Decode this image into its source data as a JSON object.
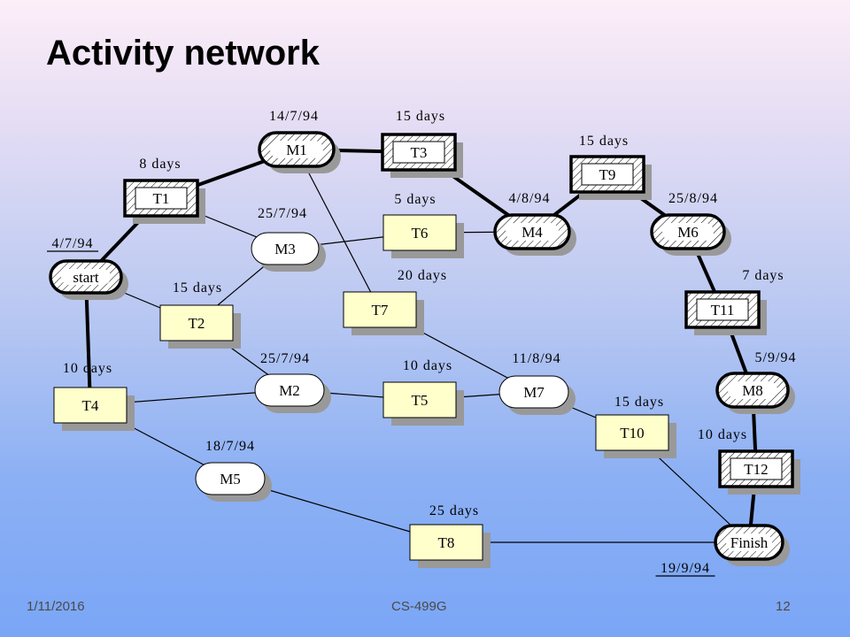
{
  "title": "Activity network",
  "footer": {
    "date": "1/11/2016",
    "course": "CS-499G",
    "page": "12"
  },
  "colors": {
    "task_fill": "#ffffcc",
    "milestone_fill": "#ffffff",
    "shadow": "#999999",
    "line": "#000000"
  },
  "nodes": [
    {
      "id": "start",
      "label": "start",
      "shape": "milestone",
      "critical": true
    },
    {
      "id": "M1",
      "label": "M1",
      "shape": "milestone",
      "critical": true
    },
    {
      "id": "M2",
      "label": "M2",
      "shape": "milestone",
      "critical": false
    },
    {
      "id": "M3",
      "label": "M3",
      "shape": "milestone",
      "critical": false
    },
    {
      "id": "M4",
      "label": "M4",
      "shape": "milestone",
      "critical": true
    },
    {
      "id": "M5",
      "label": "M5",
      "shape": "milestone",
      "critical": false
    },
    {
      "id": "M6",
      "label": "M6",
      "shape": "milestone",
      "critical": true
    },
    {
      "id": "M7",
      "label": "M7",
      "shape": "milestone",
      "critical": false
    },
    {
      "id": "M8",
      "label": "M8",
      "shape": "milestone",
      "critical": true
    },
    {
      "id": "Finish",
      "label": "Finish",
      "shape": "milestone",
      "critical": true
    },
    {
      "id": "T1",
      "label": "T1",
      "shape": "task",
      "critical": true
    },
    {
      "id": "T2",
      "label": "T2",
      "shape": "task",
      "critical": false
    },
    {
      "id": "T3",
      "label": "T3",
      "shape": "task",
      "critical": true
    },
    {
      "id": "T4",
      "label": "T4",
      "shape": "task",
      "critical": false
    },
    {
      "id": "T5",
      "label": "T5",
      "shape": "task",
      "critical": false
    },
    {
      "id": "T6",
      "label": "T6",
      "shape": "task",
      "critical": false
    },
    {
      "id": "T7",
      "label": "T7",
      "shape": "task",
      "critical": false
    },
    {
      "id": "T8",
      "label": "T8",
      "shape": "task",
      "critical": false
    },
    {
      "id": "T9",
      "label": "T9",
      "shape": "task",
      "critical": true
    },
    {
      "id": "T10",
      "label": "T10",
      "shape": "task",
      "critical": false
    },
    {
      "id": "T11",
      "label": "T11",
      "shape": "task",
      "critical": true
    },
    {
      "id": "T12",
      "label": "T12",
      "shape": "task",
      "critical": true
    }
  ],
  "edges": [
    {
      "from": "start",
      "to": "T1",
      "critical": true
    },
    {
      "from": "T1",
      "to": "M1",
      "critical": true
    },
    {
      "from": "M1",
      "to": "T3",
      "critical": true
    },
    {
      "from": "T3",
      "to": "M4",
      "critical": true
    },
    {
      "from": "M4",
      "to": "T9",
      "critical": true
    },
    {
      "from": "T9",
      "to": "M6",
      "critical": true
    },
    {
      "from": "M6",
      "to": "T11",
      "critical": true
    },
    {
      "from": "T11",
      "to": "M8",
      "critical": true
    },
    {
      "from": "M8",
      "to": "T12",
      "critical": true
    },
    {
      "from": "T12",
      "to": "Finish",
      "critical": true
    },
    {
      "from": "start",
      "to": "T4",
      "critical": true
    },
    {
      "from": "T1",
      "to": "M3",
      "critical": false
    },
    {
      "from": "M1",
      "to": "T7",
      "critical": false
    },
    {
      "from": "M3",
      "to": "T6",
      "critical": false
    },
    {
      "from": "T6",
      "to": "M4",
      "critical": false
    },
    {
      "from": "start",
      "to": "T2",
      "critical": false
    },
    {
      "from": "T2",
      "to": "M3",
      "critical": false
    },
    {
      "from": "T2",
      "to": "M2",
      "critical": false
    },
    {
      "from": "T4",
      "to": "M2",
      "critical": false
    },
    {
      "from": "M2",
      "to": "T5",
      "critical": false
    },
    {
      "from": "T5",
      "to": "M7",
      "critical": false
    },
    {
      "from": "T7",
      "to": "M7",
      "critical": false
    },
    {
      "from": "M7",
      "to": "T10",
      "critical": false
    },
    {
      "from": "T10",
      "to": "Finish",
      "critical": false
    },
    {
      "from": "T4",
      "to": "M5",
      "critical": false
    },
    {
      "from": "M5",
      "to": "T8",
      "critical": false
    },
    {
      "from": "T8",
      "to": "Finish",
      "critical": false
    }
  ],
  "annotations": [
    {
      "id": "start-date",
      "text": "4/7/94",
      "underline": true
    },
    {
      "id": "M1-date",
      "text": "14/7/94",
      "underline": false
    },
    {
      "id": "T3-dur",
      "text": "15 days",
      "underline": false
    },
    {
      "id": "T9-dur",
      "text": "15 days",
      "underline": false
    },
    {
      "id": "T1-dur",
      "text": "8 days",
      "underline": false
    },
    {
      "id": "T6-dur",
      "text": "5 days",
      "underline": false
    },
    {
      "id": "M4-date",
      "text": "4/8/94",
      "underline": false
    },
    {
      "id": "M6-date",
      "text": "25/8/94",
      "underline": false
    },
    {
      "id": "M3-date",
      "text": "25/7/94",
      "underline": false
    },
    {
      "id": "T2-dur",
      "text": "15 days",
      "underline": false
    },
    {
      "id": "T7-dur",
      "text": "20 days",
      "underline": false
    },
    {
      "id": "T11-dur",
      "text": "7 days",
      "underline": false
    },
    {
      "id": "T4-dur",
      "text": "10 days",
      "underline": false
    },
    {
      "id": "M2-date",
      "text": "25/7/94",
      "underline": false
    },
    {
      "id": "T5-dur",
      "text": "10 days",
      "underline": false
    },
    {
      "id": "M7-date",
      "text": "11/8/94",
      "underline": false
    },
    {
      "id": "M8-date",
      "text": "5/9/94",
      "underline": false
    },
    {
      "id": "T10-dur",
      "text": "15 days",
      "underline": false
    },
    {
      "id": "T12-dur",
      "text": "10 days",
      "underline": false
    },
    {
      "id": "M5-date",
      "text": "18/7/94",
      "underline": false
    },
    {
      "id": "T8-dur",
      "text": "25 days",
      "underline": false
    },
    {
      "id": "finish-date",
      "text": "19/9/94",
      "underline": true
    }
  ]
}
